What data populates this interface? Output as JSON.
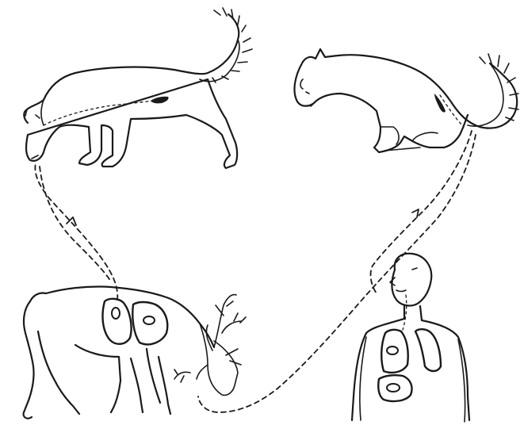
{
  "diagram": {
    "figures": [
      "wolf",
      "fox",
      "reindeer",
      "human"
    ],
    "colors": {
      "ink": "#1a1a1a",
      "background": "#ffffff"
    }
  }
}
